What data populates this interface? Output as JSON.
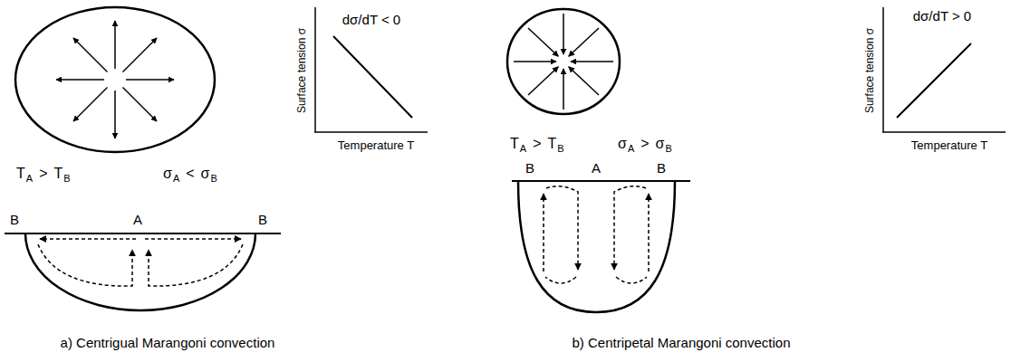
{
  "diagram": {
    "labels": [
      "dσ/dT < 0",
      "Surface tension σ",
      "Temperature T",
      "T",
      "A",
      ">",
      "T",
      "B",
      "σ",
      "A",
      "<",
      "σ",
      "B",
      "B",
      "A",
      "B",
      "a) Centrigual Marangoni convection",
      "T",
      "A",
      ">",
      "T",
      "B",
      "σ",
      "A",
      ">",
      "σ",
      "B",
      "dσ/dT > 0",
      "Surface tension σ",
      "Temperature T",
      "B",
      "A",
      "B",
      "b) Centripetal Marangoni convection"
    ]
  }
}
